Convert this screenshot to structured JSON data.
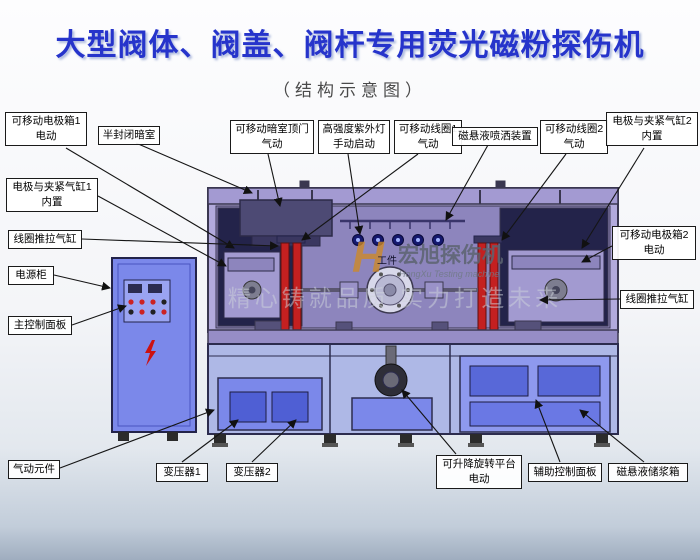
{
  "title": "大型阀体、阀盖、阀杆专用荧光磁粉探伤机",
  "subtitle": "（结构示意图）",
  "watermark": {
    "logo_letter": "H",
    "brand": "宏旭探伤机",
    "brand_en": "HongXu Testing machine",
    "slogan": "精心铸就品质 实力打造未来"
  },
  "machine": {
    "workpiece_label": "工件"
  },
  "labels": {
    "movable_electrode_box_1": "可移动电极箱1\n电动",
    "semi_enclosed_darkroom": "半封闭暗室",
    "movable_darkroom_top_door": "可移动暗室顶门\n气动",
    "uv_lamp": "高强度紫外灯\n手动启动",
    "movable_coil_1": "可移动线圈1\n气动",
    "spray_device": "磁悬液喷洒装置",
    "movable_coil_2": "可移动线圈2\n气动",
    "electrode_clamp_cylinder_2": "电极与夹紧气缸2\n内置",
    "electrode_clamp_cylinder_1": "电极与夹紧气缸1\n内置",
    "coil_push_pull_cylinder_left": "线圈推拉气缸",
    "power_cabinet": "电源柜",
    "main_control_panel": "主控制面板",
    "movable_electrode_box_2": "可移动电极箱2\n电动",
    "coil_push_pull_cylinder_right": "线圈推拉气缸",
    "pneumatic_components": "气动元件",
    "transformer_1": "变压器1",
    "transformer_2": "变压器2",
    "lifting_rotating_platform": "可升降旋转平台\n电动",
    "auxiliary_control_panel": "辅助控制面板",
    "magnetic_liquid_tank": "磁悬液储浆箱"
  },
  "colors": {
    "title_blue": "#2634cb",
    "machine_purple": "#b2aadc",
    "chamber_navy": "#23234a",
    "cabinet_blue": "#7b88ea",
    "coil_red": "#c42020",
    "watermark_orange": "#cf8a25"
  }
}
